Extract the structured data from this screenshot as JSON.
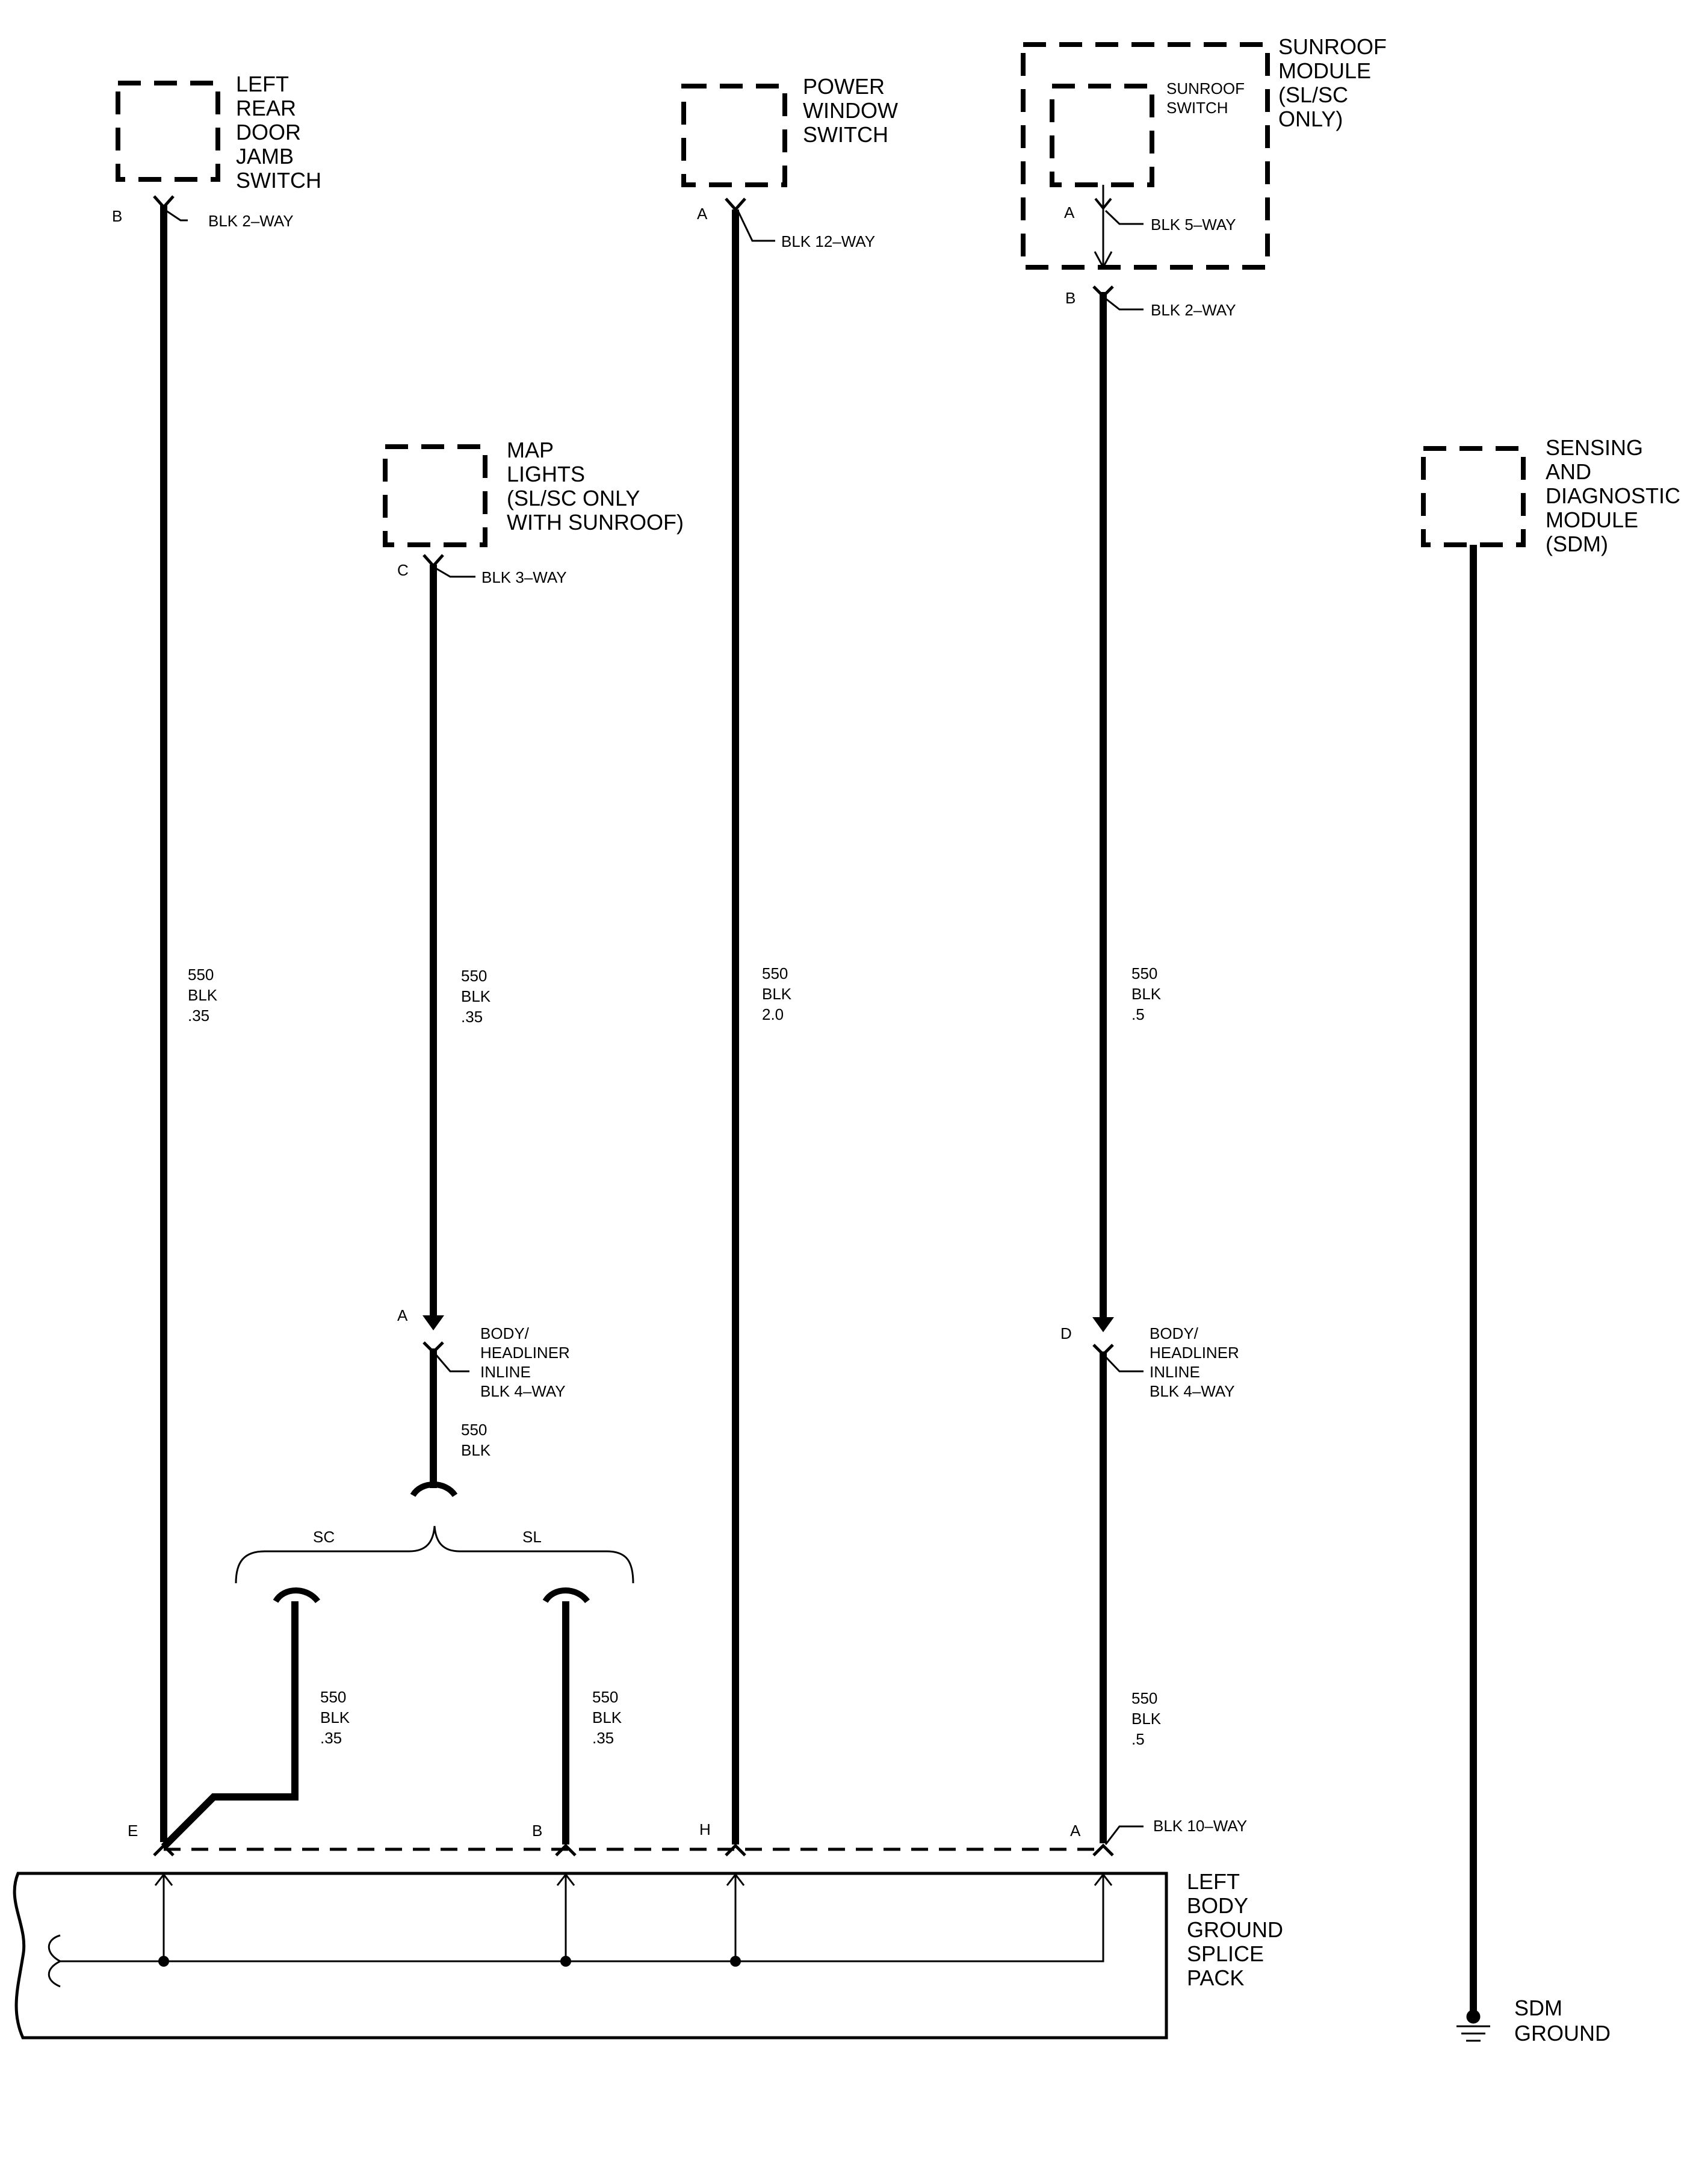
{
  "components": {
    "left_rear_door_jamb_switch": [
      "LEFT",
      "REAR",
      "DOOR",
      "JAMB",
      "SWITCH"
    ],
    "power_window_switch": [
      "POWER",
      "WINDOW",
      "SWITCH"
    ],
    "sunroof_module": [
      "SUNROOF",
      "MODULE",
      "(SL/SC",
      "ONLY)"
    ],
    "sunroof_switch": [
      "SUNROOF",
      "SWITCH"
    ],
    "map_lights": [
      "MAP",
      "LIGHTS",
      "(SL/SC ONLY",
      "WITH SUNROOF)"
    ],
    "sdm": [
      "SENSING",
      "AND",
      "DIAGNOSTIC",
      "MODULE",
      "(SDM)"
    ],
    "left_body_ground_splice_pack": [
      "LEFT",
      "BODY",
      "GROUND",
      "SPLICE",
      "PACK"
    ],
    "sdm_ground": [
      "SDM",
      "GROUND"
    ]
  },
  "connectors": {
    "door_jamb": {
      "pin": "B",
      "label": "BLK 2–WAY"
    },
    "power_window": {
      "pin": "A",
      "label": "BLK 12–WAY"
    },
    "sunroof_switch": {
      "pin": "A",
      "label": "BLK 5–WAY"
    },
    "sunroof_module": {
      "pin": "B",
      "label": "BLK 2–WAY"
    },
    "map_lights": {
      "pin": "C",
      "label": "BLK 3–WAY"
    },
    "inline_left": {
      "pin": "A",
      "label": [
        "BODY/",
        "HEADLINER",
        "INLINE",
        "BLK 4–WAY"
      ]
    },
    "inline_right": {
      "pin": "D",
      "label": [
        "BODY/",
        "HEADLINER",
        "INLINE",
        "BLK 4–WAY"
      ]
    },
    "splice_pack": {
      "pins": [
        "E",
        "B",
        "H",
        "A"
      ],
      "label": "BLK 10–WAY"
    }
  },
  "wires": {
    "door_jamb": [
      "550",
      "BLK",
      ".35"
    ],
    "map_lights": [
      "550",
      "BLK",
      ".35"
    ],
    "power_window": [
      "550",
      "BLK",
      "2.0"
    ],
    "sunroof": [
      "550",
      "BLK",
      ".5"
    ],
    "inline_out": [
      "550",
      "BLK"
    ],
    "sc_branch": [
      "550",
      "BLK",
      ".35"
    ],
    "sl_branch": [
      "550",
      "BLK",
      ".35"
    ],
    "sunroof_lower": [
      "550",
      "BLK",
      ".5"
    ]
  },
  "options": {
    "sc": "SC",
    "sl": "SL"
  }
}
